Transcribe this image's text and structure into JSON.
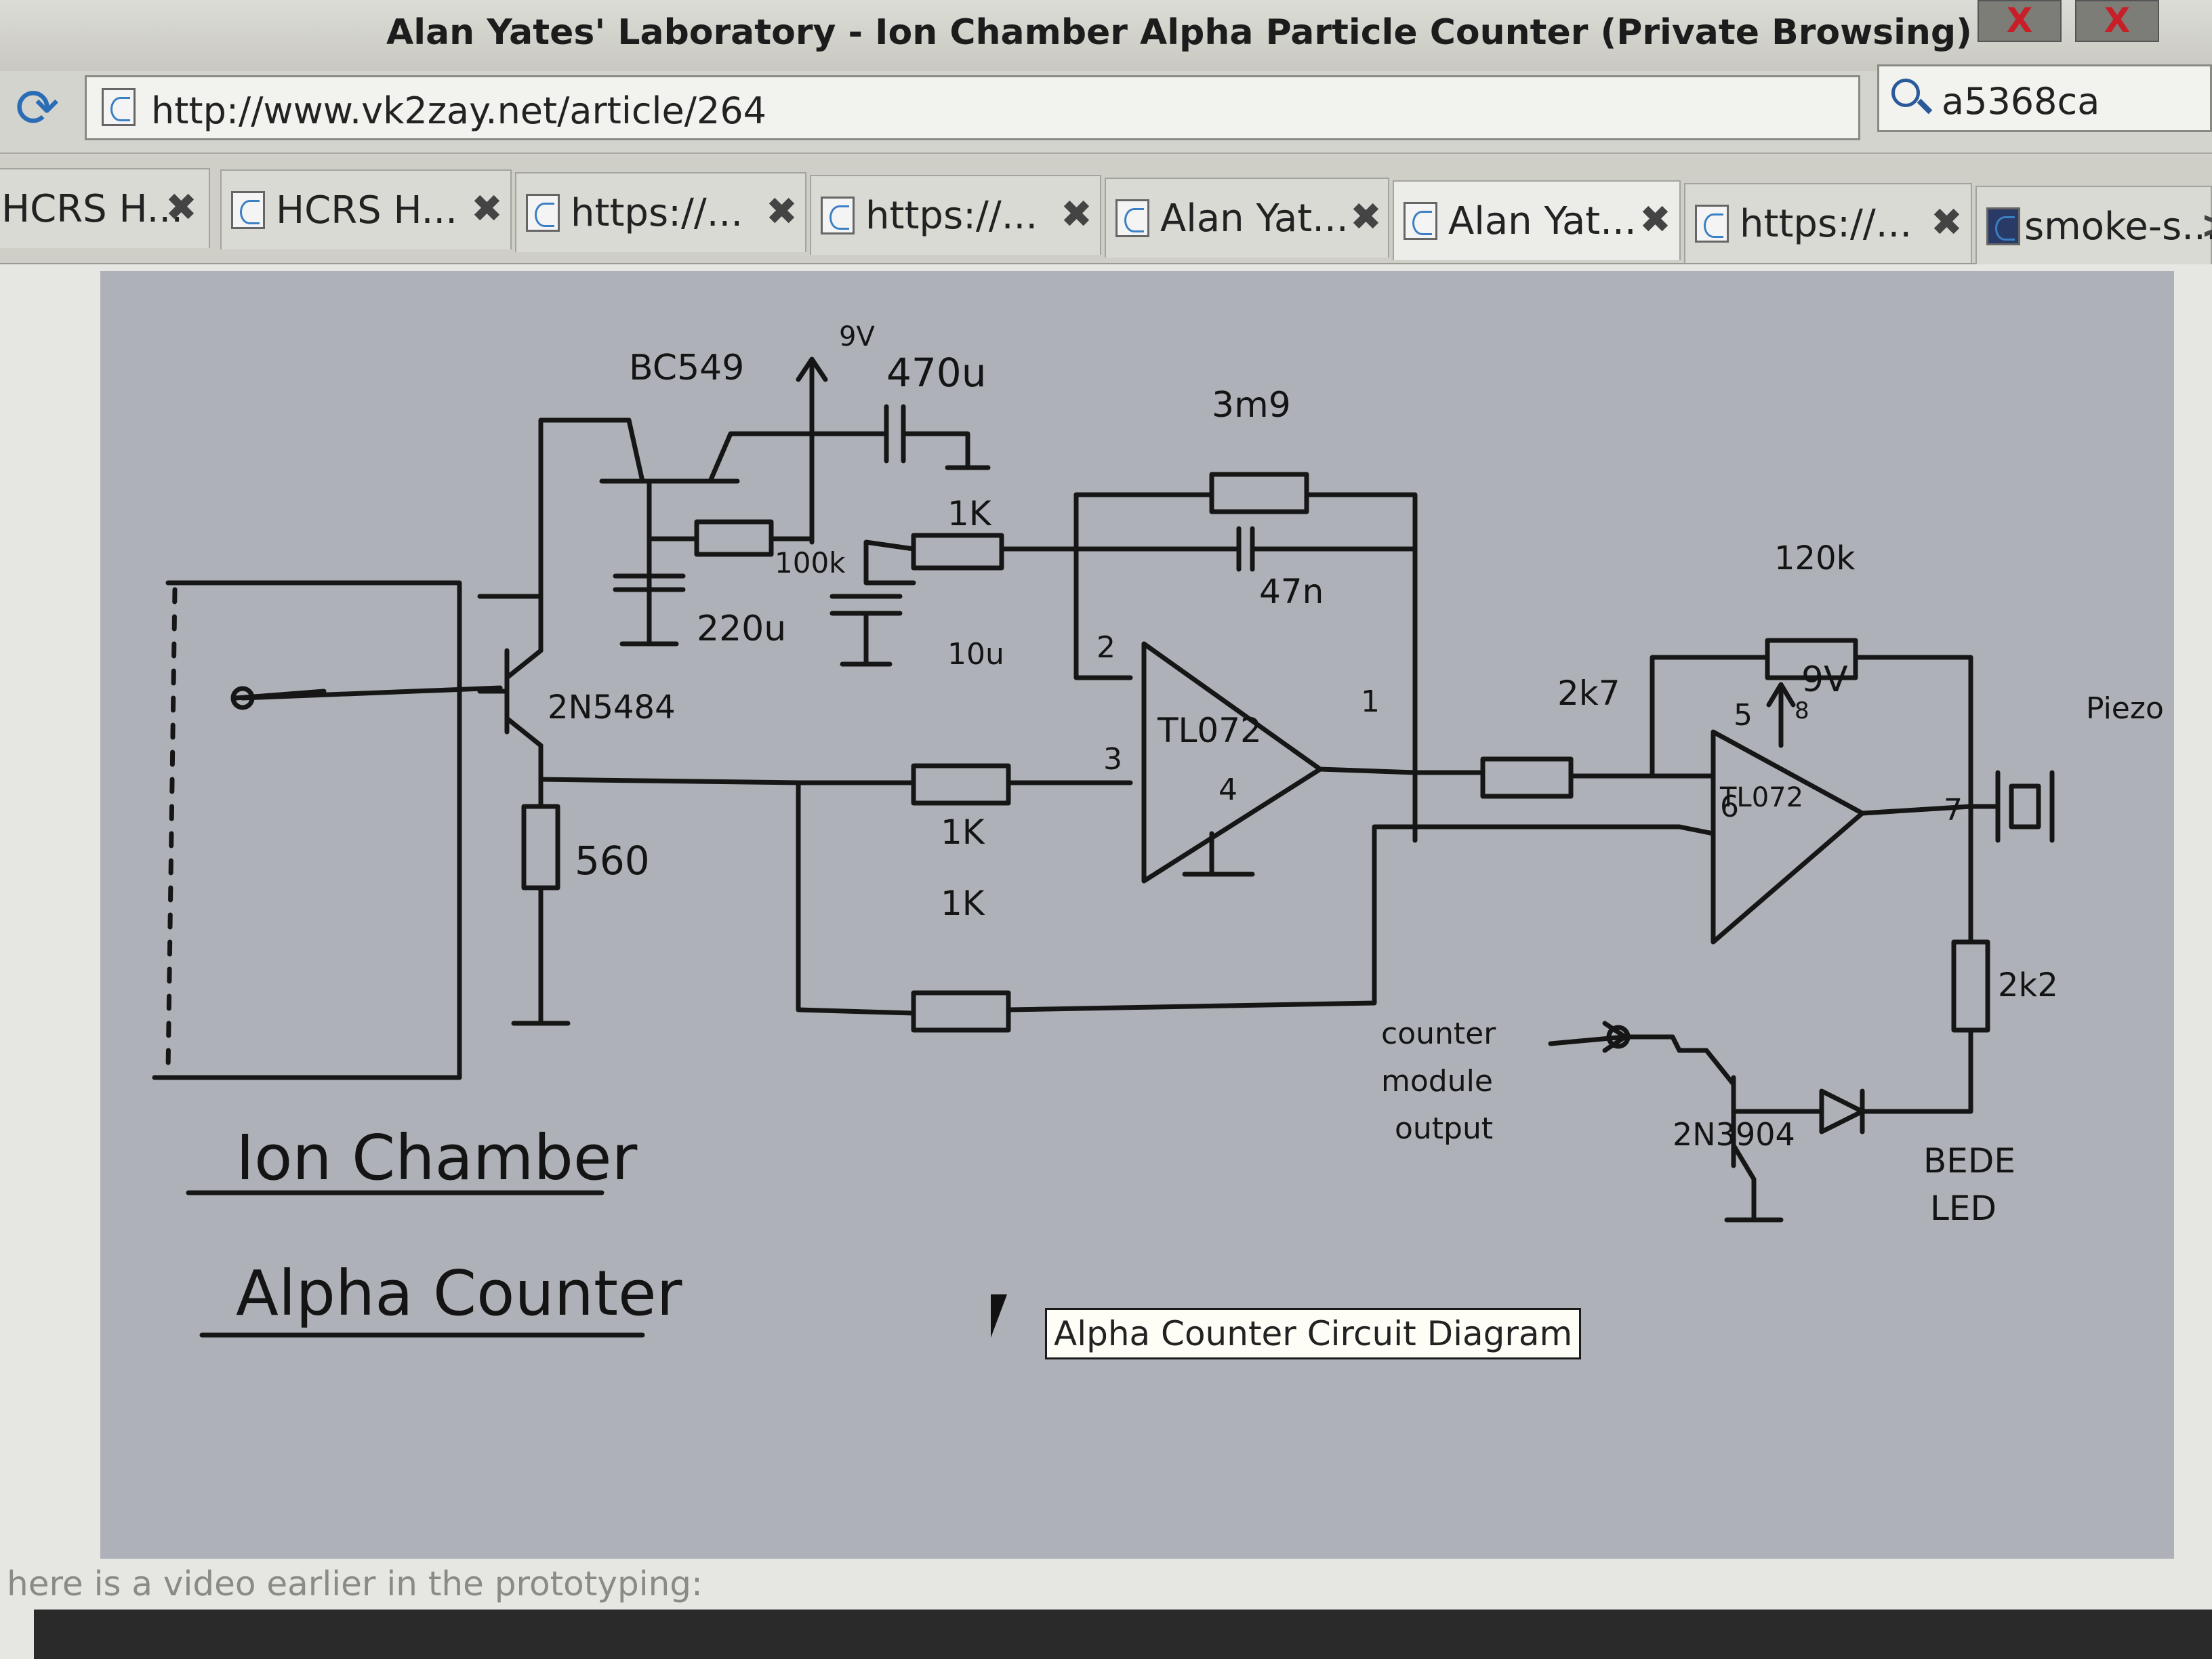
{
  "window": {
    "title": "Alan Yates' Laboratory - Ion Chamber Alpha Particle Counter (Private Browsing)",
    "buttons": [
      "X",
      "X"
    ]
  },
  "navbar": {
    "url": "http://www.vk2zay.net/article/264",
    "search_value": "a5368ca"
  },
  "tabs": [
    {
      "label": "HCRS H...",
      "close": "✖"
    },
    {
      "label": "HCRS H...",
      "close": "✖"
    },
    {
      "label": "https://...",
      "close": "✖"
    },
    {
      "label": "https://...",
      "close": "✖"
    },
    {
      "label": "Alan Yat...",
      "close": "✖"
    },
    {
      "label": "Alan Yat...",
      "close": "✖"
    },
    {
      "label": "https://...",
      "close": "✖"
    },
    {
      "label": "smoke-s...",
      "close": ">"
    }
  ],
  "figure": {
    "labels": {
      "bc549": "BC549",
      "v9_top": "9V",
      "c470u": "470u",
      "r3m9": "3m9",
      "r1k_top": "1K",
      "r100k": "100k",
      "c220u": "220u",
      "c10u": "10u",
      "c47n": "47n",
      "r120k": "120k",
      "v9_right": "9V",
      "pin8": "8",
      "piezo": "Piezo",
      "pin2": "2",
      "pin1": "1",
      "pin3": "3",
      "pin4": "4",
      "tl072_a": "TL072",
      "tl072_b": "TL072",
      "r2k7": "2k7",
      "pin5": "5",
      "pin6": "6",
      "pin7": "7",
      "jfet": "2N5484",
      "r1k_mid": "1K",
      "r1k_bot": "1K",
      "r560": "560",
      "r2k2": "2k2",
      "counter_1": "counter",
      "counter_2": "module",
      "counter_3": "output",
      "npn": "2N3904",
      "led_1": "BEDE",
      "led_2": "LED",
      "title_1": "Ion Chamber",
      "title_2": "Alpha Counter"
    }
  },
  "tooltip": "Alpha Counter Circuit Diagram",
  "caption": "here is a video earlier in the prototyping:"
}
